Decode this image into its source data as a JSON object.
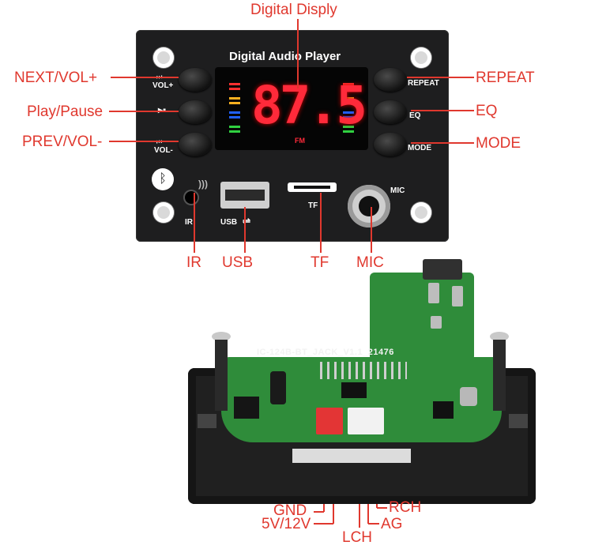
{
  "panel": {
    "title": "Digital Audio Player",
    "display_text": "87.5",
    "display_mode": "FM",
    "btn_labels": {
      "vol_plus": "VOL+",
      "vol_minus": "VOL-",
      "repeat": "REPEAT",
      "eq": "EQ",
      "mode": "MODE",
      "ir": "IR",
      "usb": "USB",
      "tf": "TF",
      "mic": "MIC"
    }
  },
  "callouts": {
    "digital_display": "Digital Disply",
    "next_vol": "NEXT/VOL+",
    "play_pause": "Play/Pause",
    "prev_vol": "PREV/VOL-",
    "repeat": "REPEAT",
    "eq": "EQ",
    "mode": "MODE",
    "ir": "IR",
    "usb": "USB",
    "tf": "TF",
    "mic": "MIC",
    "gnd": "GND",
    "power": "5V/12V",
    "lch": "LCH",
    "rch": "RCH",
    "ag": "AG"
  },
  "board": {
    "silkscreen": "IC-124B-BT_JACK_V1.1_21476"
  },
  "colors": {
    "callout": "#e0382e",
    "panel": "#1e1e1f",
    "segment": "#ff2a3a",
    "pcb": "#2f8c3a"
  },
  "icons": [
    "bluetooth-icon",
    "ir-sensor-icon",
    "usb-symbol-icon",
    "next-icon",
    "play-pause-icon",
    "prev-icon"
  ]
}
